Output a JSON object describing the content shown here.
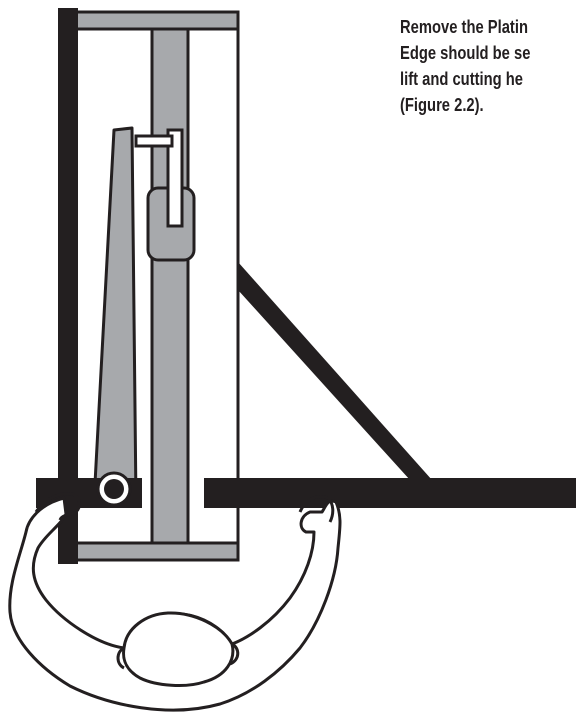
{
  "instruction": {
    "lines": [
      "Remove the Platin",
      "Edge should be se",
      "lift and cutting he",
      "(Figure 2.2)."
    ]
  },
  "colors": {
    "black": "#231f20",
    "gray": "#a7a9ac",
    "white": "#ffffff"
  }
}
